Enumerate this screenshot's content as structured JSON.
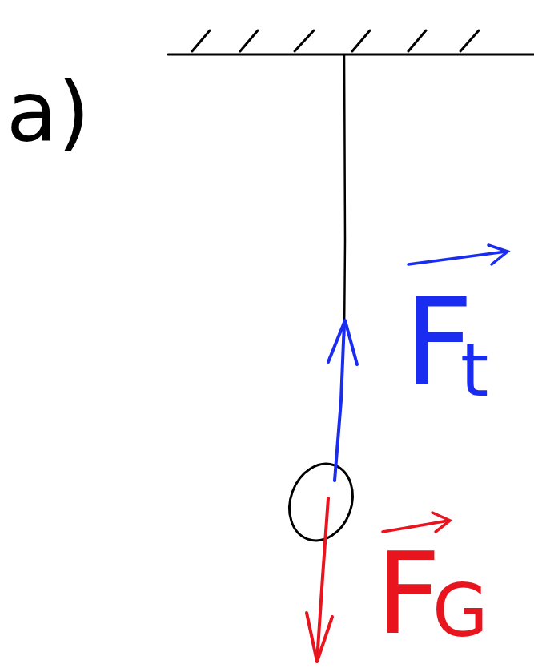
{
  "diagram": {
    "labels": [
      "a)",
      "F",
      "t",
      "F",
      "G"
    ]
  }
}
